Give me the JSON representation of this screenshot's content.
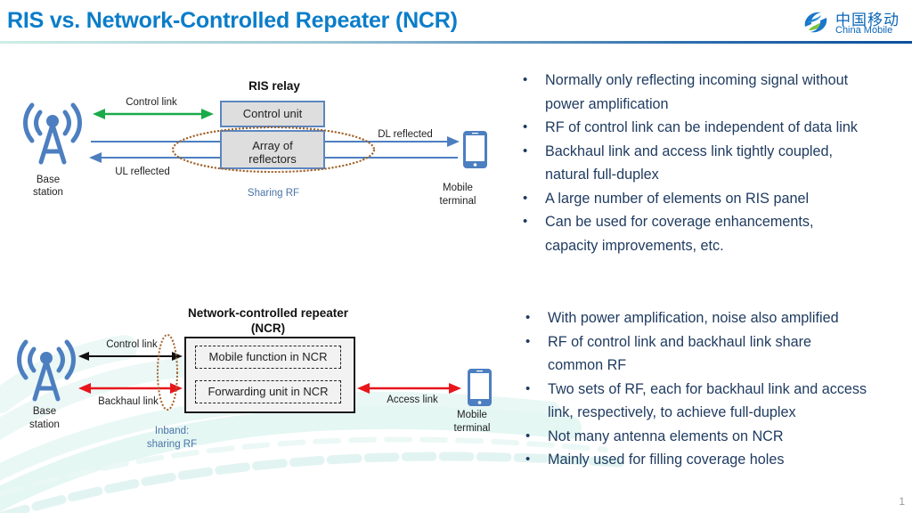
{
  "slide": {
    "title": "RIS vs. Network-Controlled Repeater (NCR)",
    "page_number": "1",
    "logo": {
      "chinese": "中国移动",
      "english": "China Mobile",
      "icon": "china-mobile-logo-icon"
    }
  },
  "colors": {
    "title": "#0b7dc9",
    "ris_blue": "#5b86c0",
    "control_green": "#1aaa4a",
    "backhaul_red": "#e8161b",
    "rf_dotted": "#a0622a",
    "bullet_text": "#1e3a5f"
  },
  "ris_diagram": {
    "heading": "RIS relay",
    "base_station": {
      "label_line1": "Base",
      "label_line2": "station",
      "icon": "cell-tower-icon"
    },
    "mobile_terminal": {
      "label_line1": "Mobile",
      "label_line2": "terminal",
      "icon": "smartphone-icon"
    },
    "control_unit": "Control unit",
    "reflector_line1": "Array of",
    "reflector_line2": "reflectors",
    "labels": {
      "control_link": "Control link",
      "ul_reflected": "UL reflected",
      "dl_reflected": "DL reflected",
      "sharing_rf": "Sharing RF"
    }
  },
  "ris_bullets": [
    {
      "line1": "Normally only reflecting incoming signal without",
      "line2": "power amplification"
    },
    {
      "line1": "RF of control link can be independent of data link"
    },
    {
      "line1": "Backhaul link and access link tightly coupled,",
      "line2": "natural full-duplex"
    },
    {
      "line1": "A large number of elements on RIS panel"
    },
    {
      "line1": "Can be used for coverage enhancements,",
      "line2": "capacity improvements, etc."
    }
  ],
  "ncr_diagram": {
    "heading_line1": "Network-controlled repeater",
    "heading_line2": "(NCR)",
    "base_station": {
      "label_line1": "Base",
      "label_line2": "station",
      "icon": "cell-tower-icon"
    },
    "mobile_terminal": {
      "label_line1": "Mobile",
      "label_line2": "terminal",
      "icon": "smartphone-icon"
    },
    "mobile_function": "Mobile function in NCR",
    "forwarding_unit": "Forwarding unit in NCR",
    "labels": {
      "control_link": "Control link",
      "backhaul_link": "Backhaul link",
      "access_link": "Access link",
      "inband_line1": "Inband:",
      "inband_line2": "sharing RF"
    }
  },
  "ncr_bullets": [
    {
      "line1": "With power amplification, noise also amplified"
    },
    {
      "line1": "RF of control link and backhaul link share",
      "line2": "common RF"
    },
    {
      "line1": "Two sets of RF, each for backhaul link and access",
      "line2": "link, respectively, to achieve full-duplex"
    },
    {
      "line1": "Not many antenna elements on NCR"
    },
    {
      "line1": "Mainly used for filling coverage holes"
    }
  ]
}
